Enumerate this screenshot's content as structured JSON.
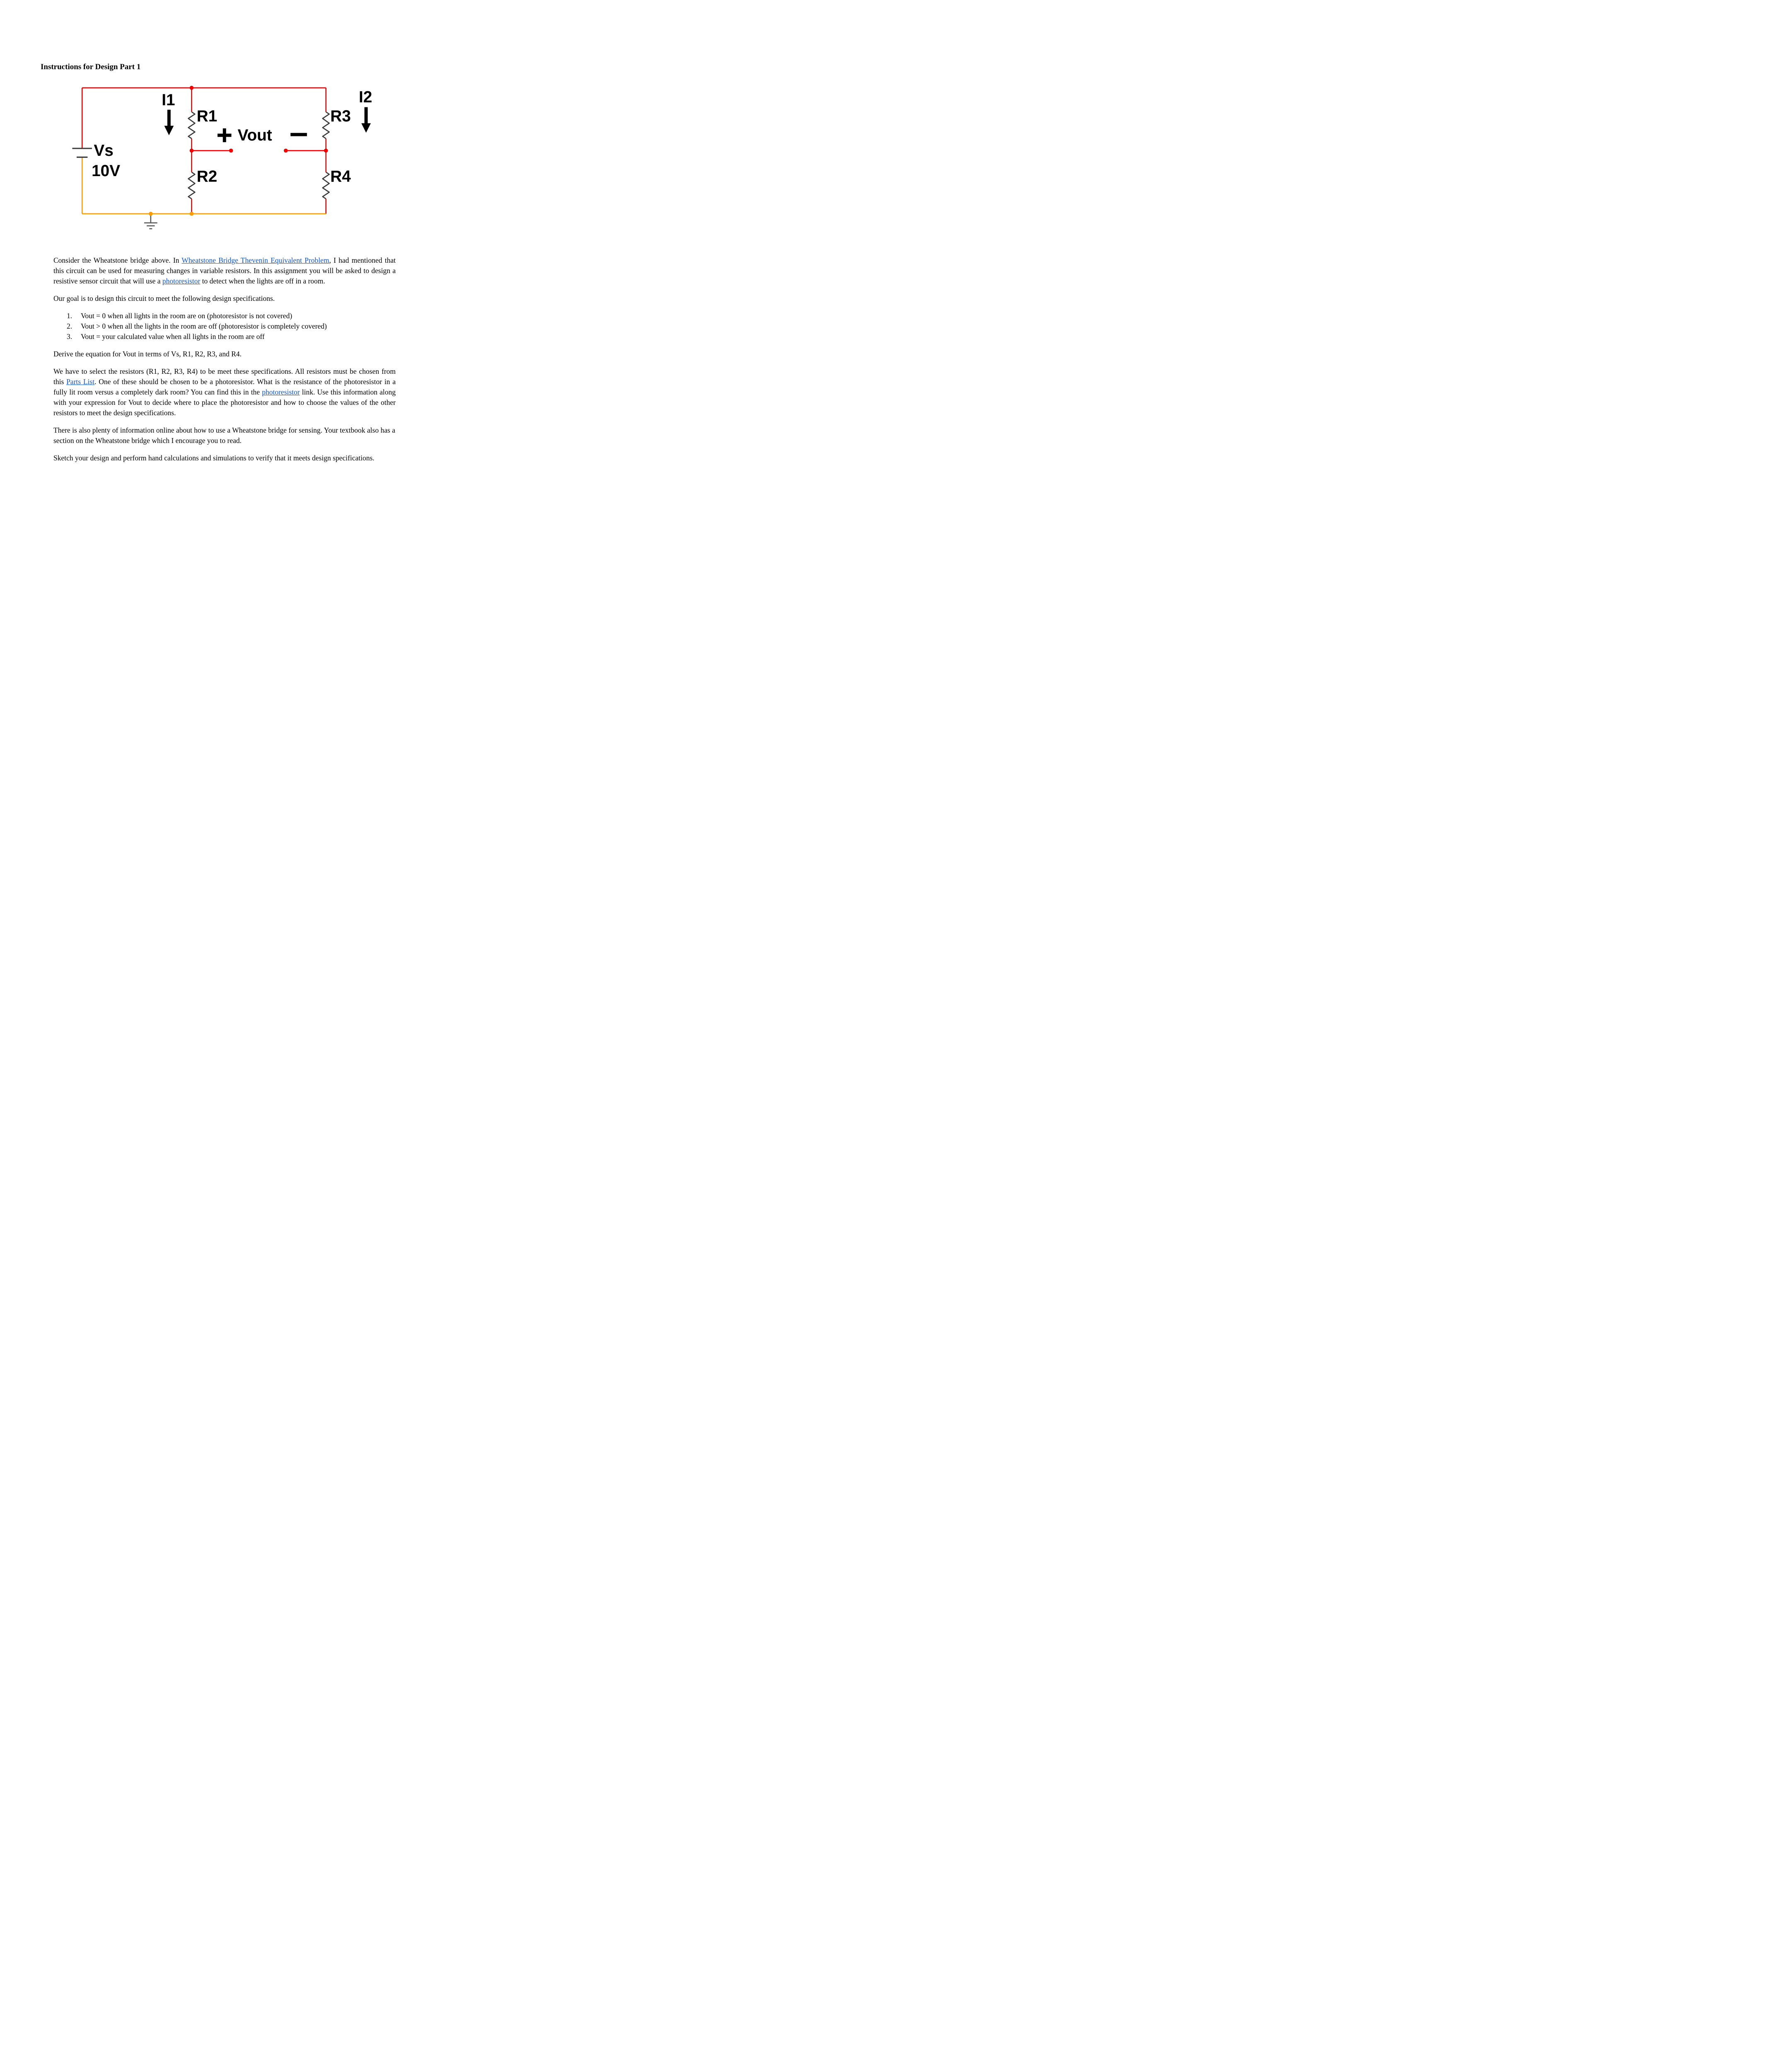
{
  "title": "Instructions for Design Part 1",
  "circuit": {
    "labels": {
      "i1": "I1",
      "i2": "I2",
      "r1": "R1",
      "r2": "R2",
      "r3": "R3",
      "r4": "R4",
      "vs": "Vs",
      "vs_value": "10V",
      "vout": "Vout"
    },
    "colors": {
      "wire_red": "#f20000",
      "wire_orange": "#ff9c00",
      "component": "#3a3a3a",
      "ground": "#595959",
      "arrow": "#000000"
    }
  },
  "paragraphs": {
    "intro": {
      "s1": "Consider the Wheatstone bridge above.  In ",
      "link1": "Wheatstone Bridge Thevenin Equivalent Problem",
      "s2": ", I had mentioned that this circuit can be used for measuring changes in variable resistors.  In this assignment you will be asked to design a resistive sensor circuit that will use a ",
      "link2": "photoresistor",
      "s3": " to detect when the lights are off in a room."
    },
    "goal": "Our goal is to design this circuit to meet the following design specifications.",
    "derive": "Derive the equation for Vout in terms of Vs, R1, R2, R3, and R4.",
    "select": {
      "s1": "We have to select the resistors (R1, R2, R3, R4) to be meet these specifications.  All resistors must be chosen from this ",
      "link1": "Parts List",
      "s2": ".  One of these should be chosen to be a photoresistor.  What is the resistance of the photoresistor in a fully lit room versus a completely dark room?  You can find this in the ",
      "link2": "photoresistor",
      "s3": "  link.  Use this information along with your expression for Vout to decide where to place the photoresistor and how to choose the values of the other resistors to meet the design specifications."
    },
    "online": "There is also plenty of information online about how to use a Wheatstone bridge for sensing.  Your textbook also has a section on the Wheatstone bridge which I encourage you to read.",
    "sketch": "Sketch your design and perform hand calculations and simulations to verify that it meets design specifications."
  },
  "specs": [
    {
      "num": "1.",
      "text": "Vout = 0 when all lights in the room are on (photoresistor is not covered)"
    },
    {
      "num": "2.",
      "text": "Vout > 0 when all the lights in the room are off (photoresistor is completely covered)"
    },
    {
      "num": "3.",
      "text": "Vout = your calculated value when all lights in the room are off"
    }
  ]
}
